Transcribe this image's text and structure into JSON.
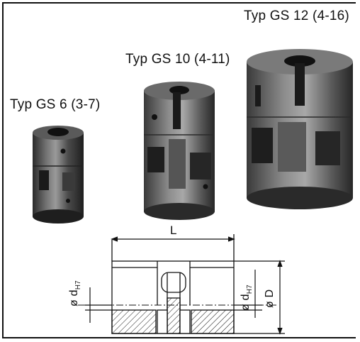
{
  "labels": {
    "gs12": "Typ GS 12 (4-16)",
    "gs10": "Typ GS 10 (4-11)",
    "gs6": "Typ GS 6 (3-7)"
  },
  "drawing": {
    "length_label": "L",
    "bore_symbol": "ø d",
    "bore_sub": "H7",
    "outer_diameter": "ø D"
  }
}
